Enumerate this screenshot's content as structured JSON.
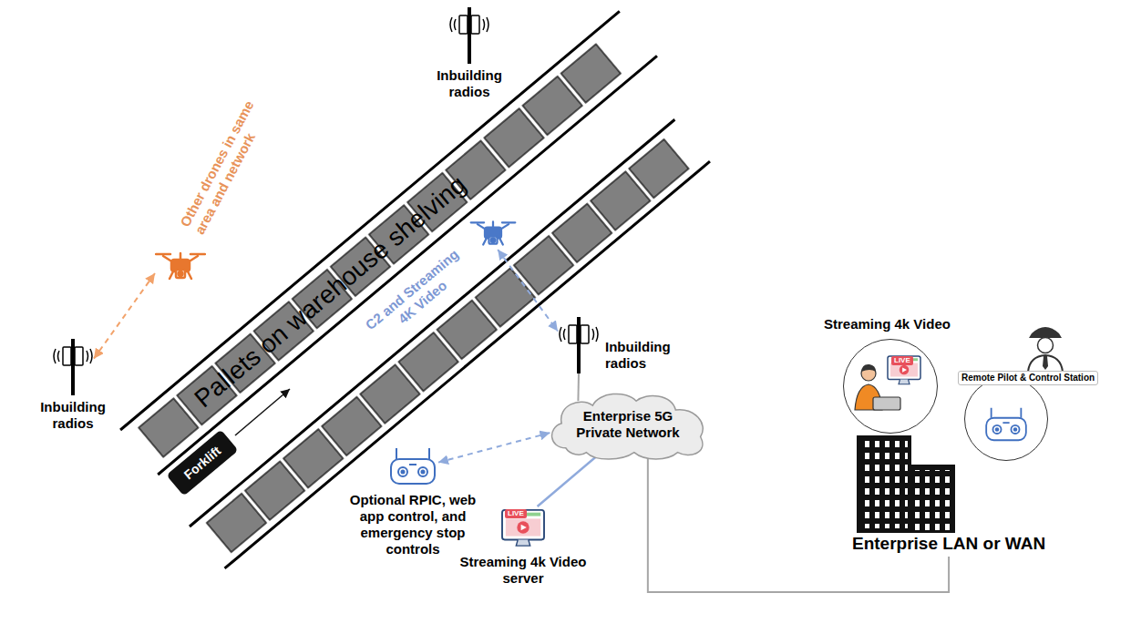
{
  "diagram": {
    "nodes": [
      {
        "text": [
          "Pallets on warehouse shelving"
        ]
      },
      {
        "text": [
          "Inbuilding radios"
        ]
      },
      {
        "text": [
          "Inbuilding radios"
        ]
      },
      {
        "text": [
          "Other drones in same area and network"
        ]
      },
      {
        "text": [
          "C2 and Streaming 4K Video"
        ]
      },
      {
        "text": [
          "Inbuilding radios"
        ]
      },
      {
        "text": [
          "Forklift"
        ]
      },
      {
        "text": [
          "Optional RPIC, web app control, and emergency stop controls"
        ]
      },
      {
        "text": [
          "Enterprise 5G Private Network"
        ]
      },
      {
        "text": [
          "LIVE",
          "Streaming 4k Video server"
        ]
      },
      {
        "text": [
          "Streaming 4k Video",
          "LIVE"
        ]
      },
      {
        "text": [
          "Remote Pilot & Control Station"
        ]
      },
      {
        "text": [
          "Enterprise LAN or WAN"
        ]
      }
    ],
    "edges": [
      {
        "from": 3,
        "to": 2,
        "arrow": "both"
      },
      {
        "from": 4,
        "to": 5,
        "arrow": "both"
      },
      {
        "from": 7,
        "to": 8,
        "arrow": "both"
      },
      {
        "from": 5,
        "to": 8,
        "arrow": "none"
      },
      {
        "from": 8,
        "to": 9,
        "arrow": "none"
      },
      {
        "from": 8,
        "to": 12,
        "arrow": "none"
      }
    ]
  }
}
